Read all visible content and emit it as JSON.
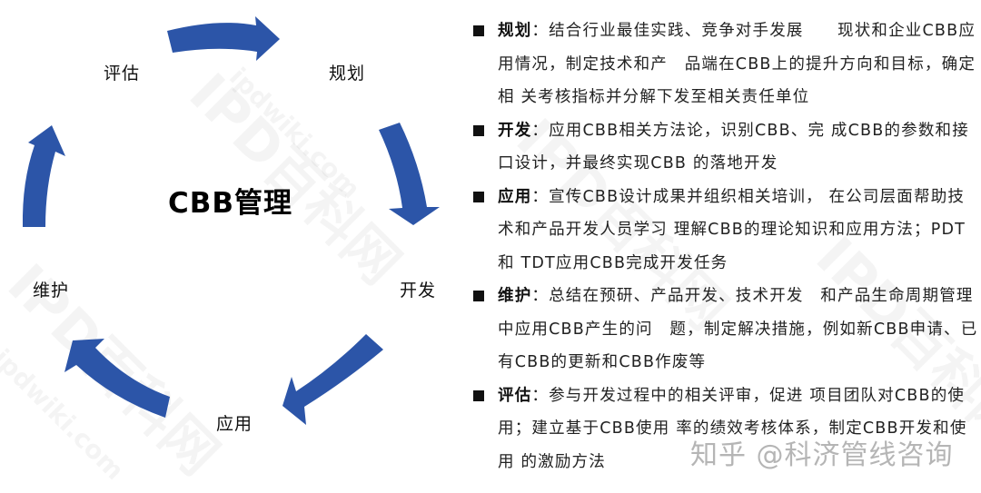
{
  "diagram": {
    "title": "CBB管理",
    "arrow_color": "#2c55a8",
    "stages": [
      {
        "id": "planning",
        "label": "规划"
      },
      {
        "id": "development",
        "label": "开发"
      },
      {
        "id": "application",
        "label": "应用"
      },
      {
        "id": "maintenance",
        "label": "维护"
      },
      {
        "id": "evaluation",
        "label": "评估"
      }
    ]
  },
  "descriptions": [
    {
      "key": "规划",
      "sep": "：",
      "text": "结合行业最佳实践、竞争对手发展　　现状和企业CBB应用情况，制定技术和产　品端在CBB上的提升方向和目标，确定相 关考核指标并分解下发至相关责任单位"
    },
    {
      "key": "开发",
      "sep": "：",
      "text": "应用CBB相关方法论，识别CBB、完 成CBB的参数和接口设计，并最终实现CBB 的落地开发"
    },
    {
      "key": "应用",
      "sep": "：",
      "text": "宣传CBB设计成果并组织相关培训， 在公司层面帮助技术和产品开发人员学习 理解CBB的理论知识和应用方法；PDT和 TDT应用CBB完成开发任务"
    },
    {
      "key": "维护",
      "sep": "：",
      "text": "总结在预研、产品开发、技术开发　和产品生命周期管理中应用CBB产生的问　题，制定解决措施，例如新CBB申请、已 有CBB的更新和CBB作废等"
    },
    {
      "key": "评估",
      "sep": "：",
      "text": "参与开发过程中的相关评审，促进 项目团队对CBB的使用；建立基于CBB使用 率的绩效考核体系，制定CBB开发和使用 的激励方法"
    }
  ],
  "watermarks": {
    "site": "ipdwiki.com",
    "brand": "IPD百科网",
    "credit": "知乎 @科济管线咨询"
  }
}
